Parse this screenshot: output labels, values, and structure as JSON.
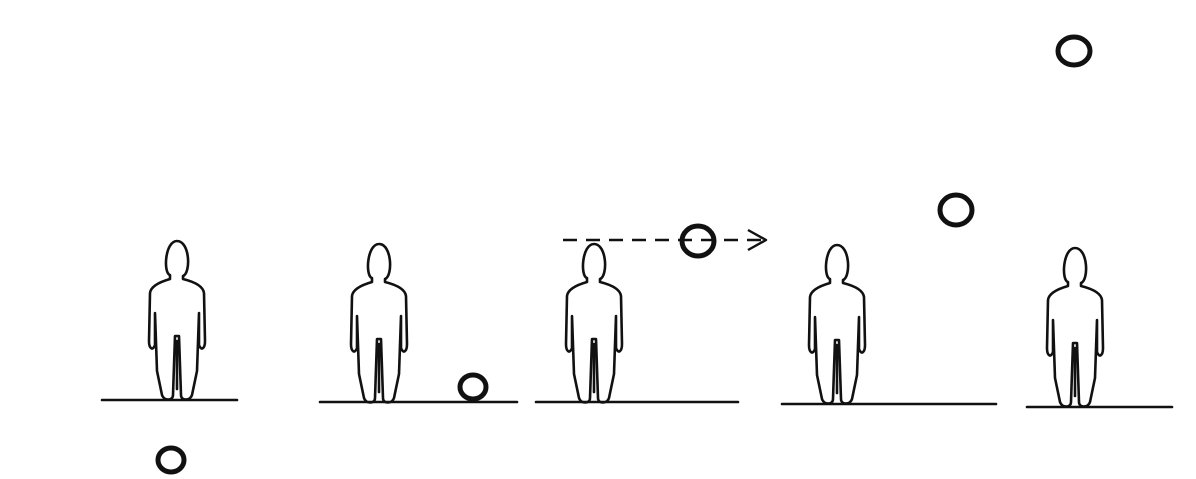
{
  "diagram": {
    "frames": [
      {
        "figure": "standing-person",
        "ball_position": "below-ground"
      },
      {
        "figure": "standing-person",
        "ball_position": "on-ground"
      },
      {
        "figure": "standing-person",
        "ball_position": "at-eye-level",
        "gaze": "line-of-sight-arrow"
      },
      {
        "figure": "standing-person",
        "ball_position": "above-head"
      },
      {
        "figure": "standing-person",
        "ball_position": "high-above"
      }
    ],
    "colors": {
      "ink": "#111111",
      "paper": "#ffffff"
    }
  }
}
